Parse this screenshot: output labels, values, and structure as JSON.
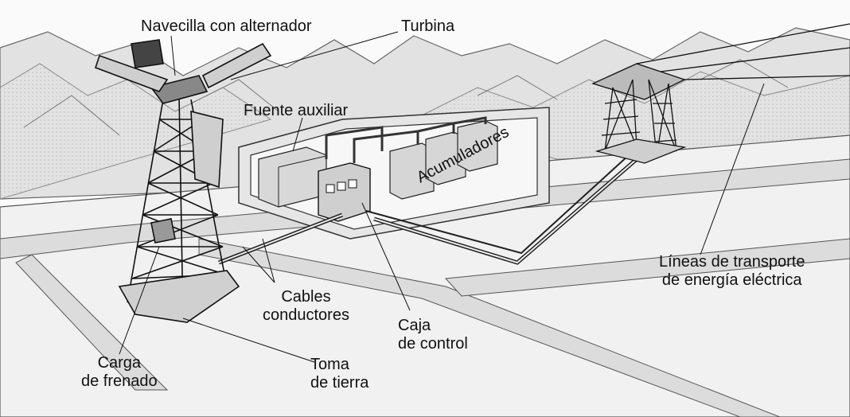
{
  "labels": {
    "navecilla": "Navecilla con alternador",
    "turbina": "Turbina",
    "fuente_auxiliar": "Fuente auxiliar",
    "acumuladores": "Acumuladores",
    "cables": [
      "Cables",
      "conductores"
    ],
    "caja": [
      "Caja",
      "de control"
    ],
    "lineas": [
      "Líneas de transporte",
      "de energía eléctrica"
    ],
    "carga": [
      "Carga",
      "de frenado"
    ],
    "toma": [
      "Toma",
      "de tierra"
    ]
  },
  "colors": {
    "ink": "#111111",
    "mountain_fill": "#cfcfcf",
    "ground": "#ececec"
  }
}
